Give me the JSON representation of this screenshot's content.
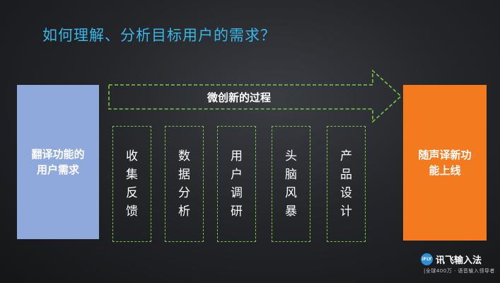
{
  "title": "如何理解、分析目标用户的需求？",
  "left_box": {
    "label": "翻译功能的\n用户需求",
    "color": "#8fa9dc"
  },
  "arrow": {
    "label": "微创新的过程",
    "stroke_color": "#79c842"
  },
  "steps": [
    {
      "label": "收集反馈"
    },
    {
      "label": "数据分析"
    },
    {
      "label": "用户调研"
    },
    {
      "label": "头脑风暴"
    },
    {
      "label": "产品设计"
    }
  ],
  "right_box": {
    "label": "随声译新功\n能上线",
    "color": "#f47a1f"
  },
  "logo": {
    "badge": "iFLY",
    "name": "讯飞输入法",
    "slogan": "|全球400万 · 语音输入领导者"
  },
  "colors": {
    "title": "#39b7e8",
    "background": "#1c1d20"
  }
}
